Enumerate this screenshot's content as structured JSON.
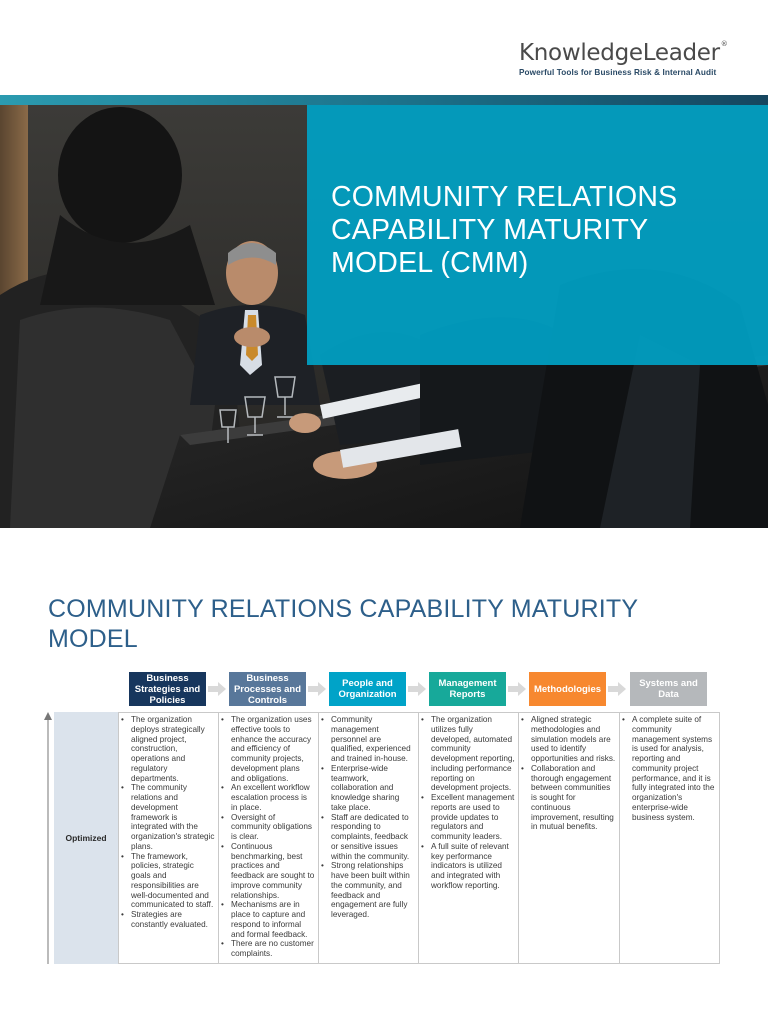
{
  "brand": {
    "name": "KnowledgeLeader",
    "registered_mark": "®",
    "tagline": "Powerful Tools for Business Risk & Internal Audit"
  },
  "hero": {
    "title": "COMMUNITY RELATIONS CAPABILITY MATURITY MODEL (CMM)"
  },
  "section": {
    "heading": "COMMUNITY RELATIONS CAPABILITY MATURITY MODEL"
  },
  "categories": [
    {
      "label": "Business Strategies and Policies",
      "color": "#17365d"
    },
    {
      "label": "Business Processes and Controls",
      "color": "#58779a"
    },
    {
      "label": "People and Organization",
      "color": "#00a3c8"
    },
    {
      "label": "Management Reports",
      "color": "#17a99a"
    },
    {
      "label": "Methodologies",
      "color": "#f7882f"
    },
    {
      "label": "Systems and Data",
      "color": "#b5b8bb"
    }
  ],
  "rows": [
    {
      "level": "Optimized",
      "cells": [
        [
          "The organization deploys strategically aligned project, construction, operations and regulatory departments.",
          "The community relations and development framework is integrated with the organization's strategic plans.",
          "The framework, policies, strategic goals and responsibilities are well-documented and communicated to staff.",
          "Strategies are constantly evaluated."
        ],
        [
          "The organization uses effective tools to enhance the accuracy and efficiency of community projects, development plans and obligations.",
          "An excellent workflow escalation process is in place.",
          "Oversight of community obligations is clear.",
          "Continuous benchmarking, best practices and feedback are sought to improve community relationships.",
          "Mechanisms are in place to capture and respond to informal and formal feedback.",
          "There are no customer complaints."
        ],
        [
          "Community management personnel are qualified, experienced and trained in-house.",
          "Enterprise-wide teamwork, collaboration and knowledge sharing take place.",
          "Staff are dedicated to responding to complaints, feedback or sensitive issues within the community.",
          "Strong relationships have been built within the community, and feedback and engagement are fully leveraged."
        ],
        [
          "The organization utilizes fully developed, automated community development reporting, including performance reporting on development projects.",
          "Excellent management reports are used to provide updates to regulators and community leaders.",
          "A full suite of relevant key performance indicators is utilized and integrated with workflow reporting."
        ],
        [
          "Aligned strategic methodologies and simulation models are used to identify opportunities and risks.",
          "Collaboration and thorough engagement between communities is sought for continuous improvement, resulting in mutual benefits."
        ],
        [
          "A complete suite of community management systems is used for analysis, reporting and community project performance, and it is fully integrated into the organization's enterprise-wide business system."
        ]
      ]
    }
  ]
}
